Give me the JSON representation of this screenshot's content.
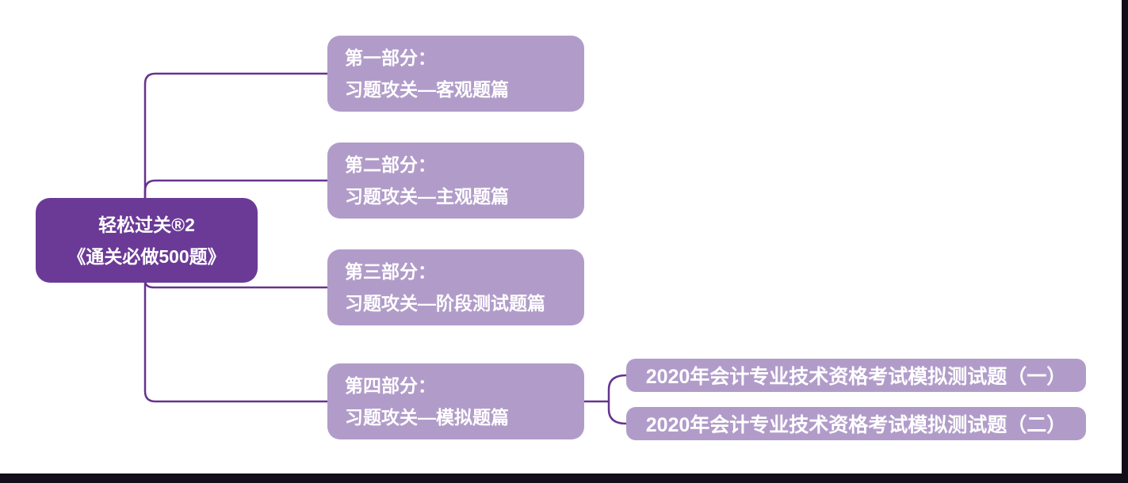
{
  "diagram": {
    "root": {
      "line1": "轻松过关®2",
      "line2": "《通关必做500题》"
    },
    "branches": [
      {
        "title": "第一部分：",
        "subtitle": "习题攻关—客观题篇"
      },
      {
        "title": "第二部分：",
        "subtitle": "习题攻关—主观题篇"
      },
      {
        "title": "第三部分：",
        "subtitle": "习题攻关—阶段测试题篇"
      },
      {
        "title": "第四部分：",
        "subtitle": "习题攻关—模拟题篇"
      }
    ],
    "leaves": [
      {
        "label": "2020年会计专业技术资格考试模拟测试题（一）"
      },
      {
        "label": "2020年会计专业技术资格考试模拟测试题（二）"
      }
    ],
    "colors": {
      "root_fill": "#6b3a96",
      "node_fill": "#b19cc9",
      "connector": "#66338f",
      "text": "#ffffff",
      "frame_bar": "#120d18"
    }
  }
}
